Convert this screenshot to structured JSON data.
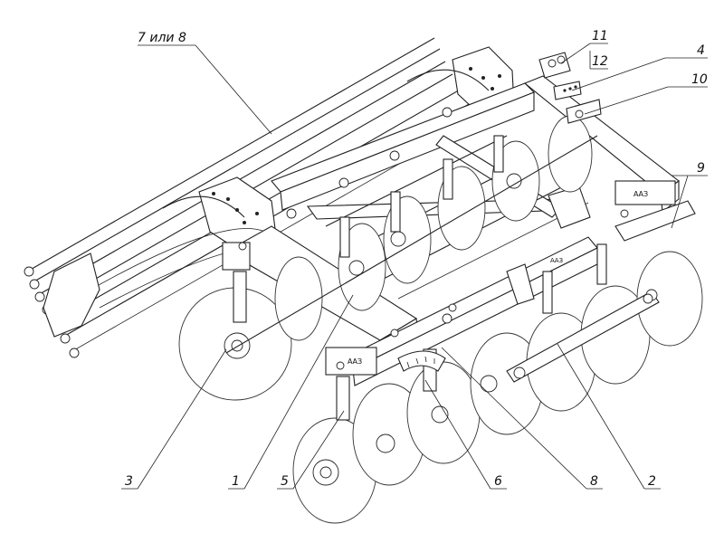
{
  "callouts": {
    "c1": "1",
    "c2": "2",
    "c3": "3",
    "c4": "4",
    "c5": "5",
    "c6": "6",
    "c7": "7 или 8",
    "c8": "8",
    "c9": "9",
    "c10": "10",
    "c11": "11",
    "c12": "12"
  },
  "decals": {
    "frame_left": "ААЗ",
    "frame_right": "ААЗ",
    "mid": "ААЗ"
  },
  "colors": {
    "line": "#222222",
    "paper": "#ffffff"
  }
}
